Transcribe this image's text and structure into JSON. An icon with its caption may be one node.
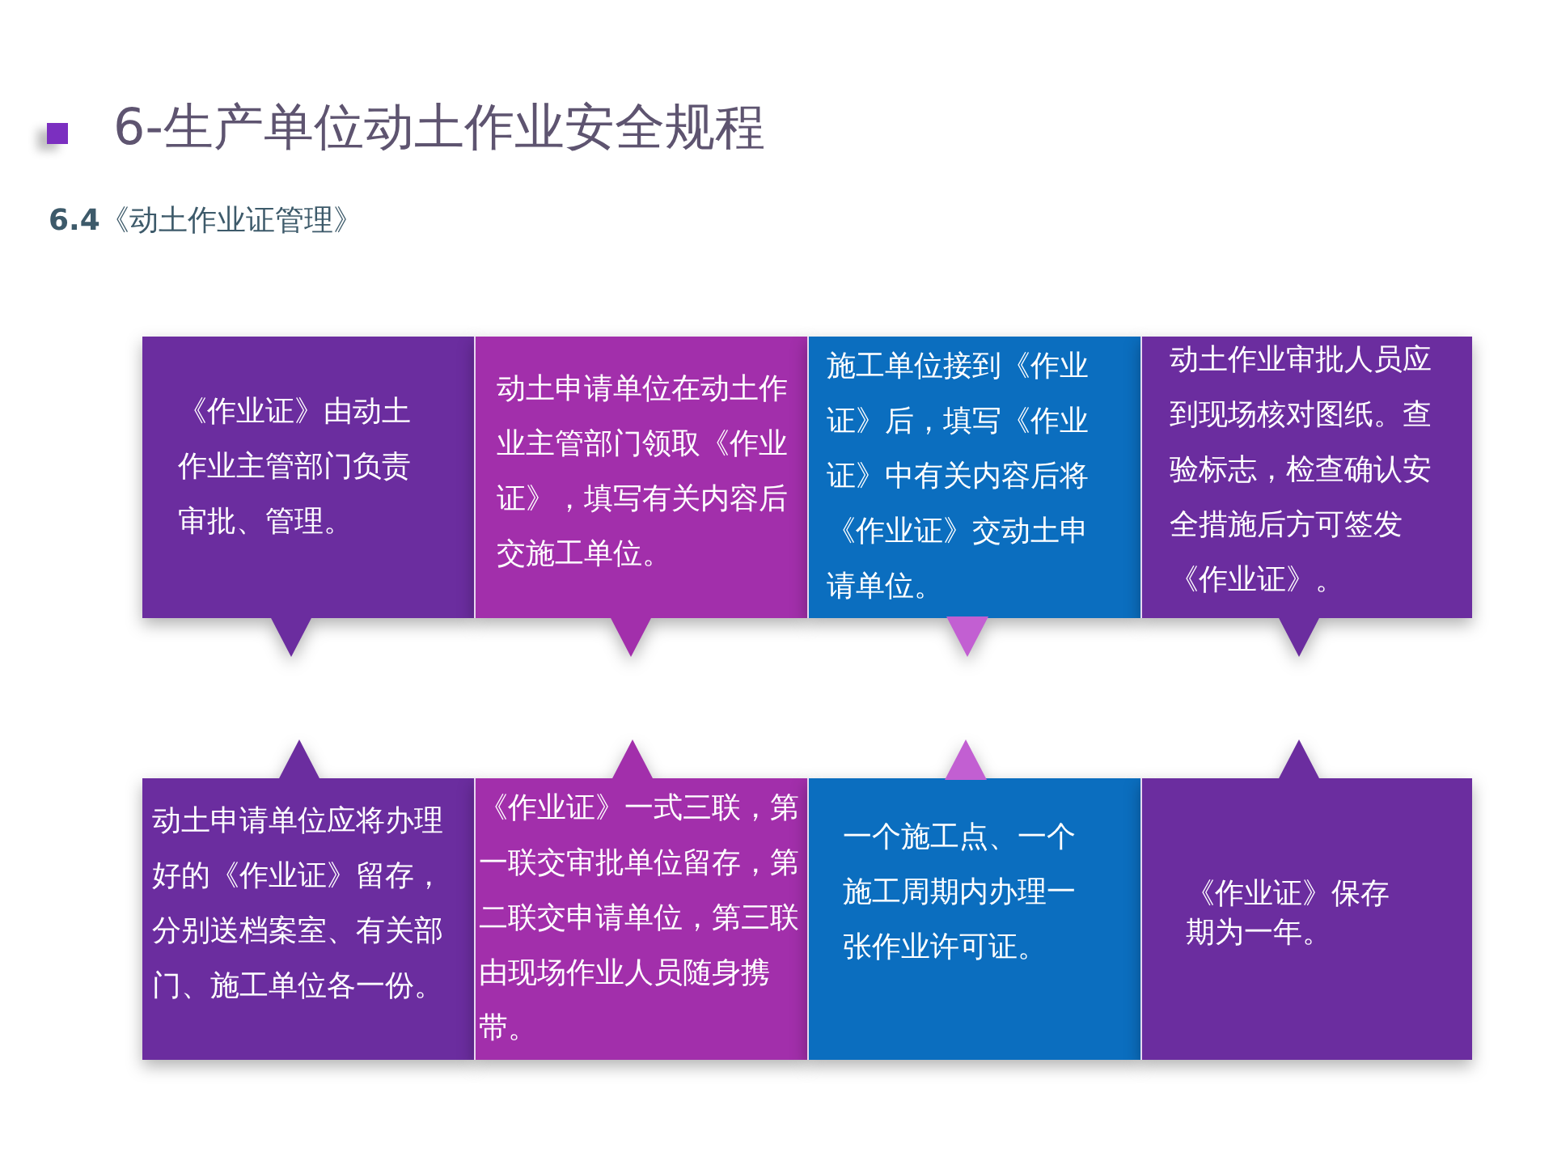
{
  "diagram": {
    "title": "6-生产单位动土作业安全规程",
    "nodes": [
      {
        "text": [
          "《作业证》由动土作业主管部门负责审批、管理。"
        ]
      },
      {
        "text": [
          "动土申请单位在动土作业主管部门领取《作业证》，填写有关内容后交施工单位。"
        ]
      },
      {
        "text": [
          "施工单位接到《作业证》后，填写《作业证》中有关内容后将《作业证》交动土申请单位。"
        ]
      },
      {
        "text": [
          "动土作业审批人员应到现场核对图纸。查验标志，检查确认安全措施后方可签发《作业证》。"
        ]
      },
      {
        "text": [
          "动土申请单位应将办理好的《作业证》留存，分别送档案室、有关部门、施工单位各一份。"
        ]
      },
      {
        "text": [
          "《作业证》一式三联，第一联交审批单位留存，第二联交申请单位，第三联由现场作业人员随身携带。"
        ]
      },
      {
        "text": [
          "一个施工点、一个施工周期内办理一张作业许可证。"
        ]
      },
      {
        "text": [
          "《作业证》保存期为一年。"
        ]
      }
    ],
    "labels": [
      "**6.4**《动土作业证管理》"
    ]
  }
}
